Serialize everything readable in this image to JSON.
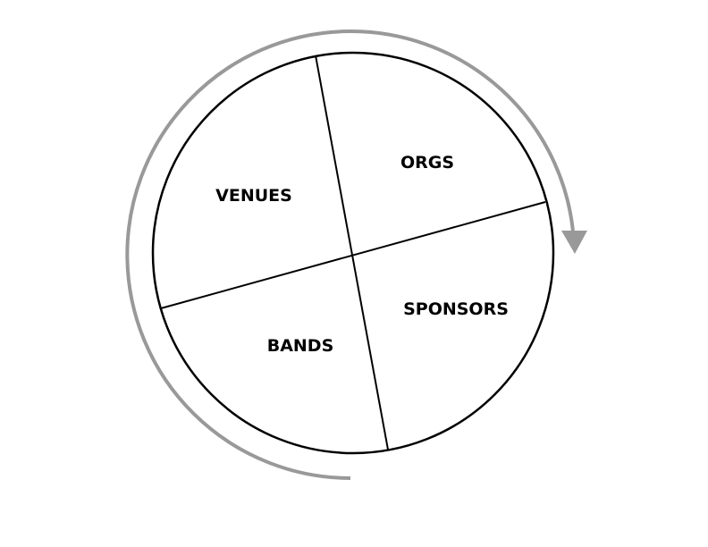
{
  "diagram": {
    "quadrants": [
      {
        "id": "orgs",
        "label": "ORGS"
      },
      {
        "id": "venues",
        "label": "VENUES"
      },
      {
        "id": "sponsors",
        "label": "SPONSORS"
      },
      {
        "id": "bands",
        "label": "BANDS"
      }
    ],
    "colors": {
      "circle_stroke": "#000000",
      "divider_stroke": "#000000",
      "arrow": "#999999",
      "background": "#ffffff"
    },
    "arrow_direction": "clockwise"
  }
}
